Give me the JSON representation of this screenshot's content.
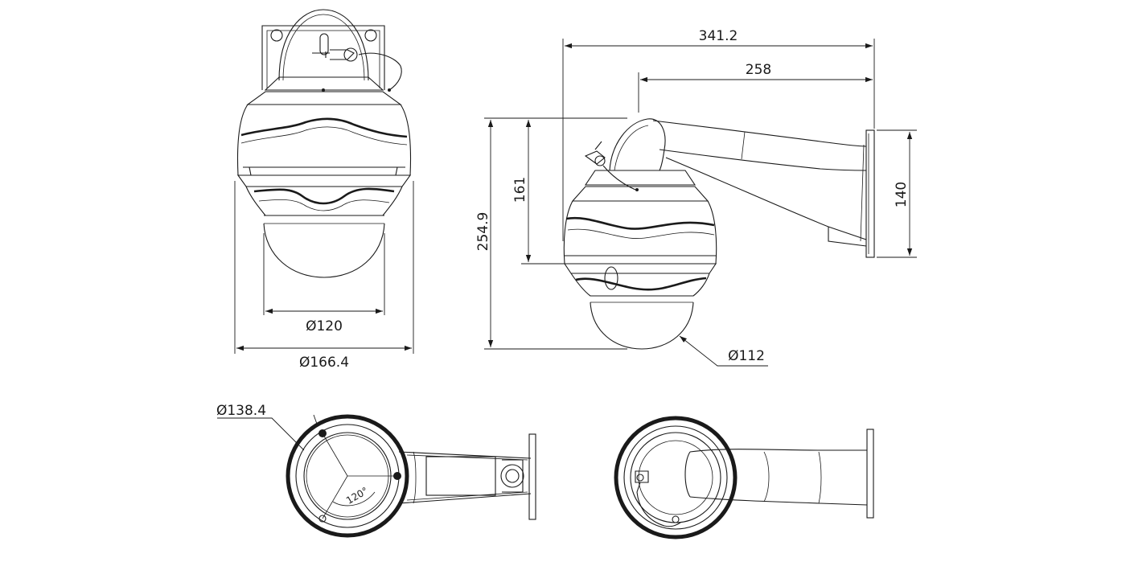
{
  "dimensions": {
    "front_inner_dome_diameter": "Ø120",
    "front_overall_diameter": "Ø166.4",
    "side_total_length": "341.2",
    "side_arm_length": "258",
    "side_total_height": "254.9",
    "side_upper_height": "161",
    "side_bracket_height": "140",
    "side_dome_diameter": "Ø112",
    "bottom_ring_diameter": "Ø138.4",
    "bottom_angle": "120°"
  },
  "colors": {
    "line": "#1a1a1a",
    "background": "#ffffff"
  }
}
